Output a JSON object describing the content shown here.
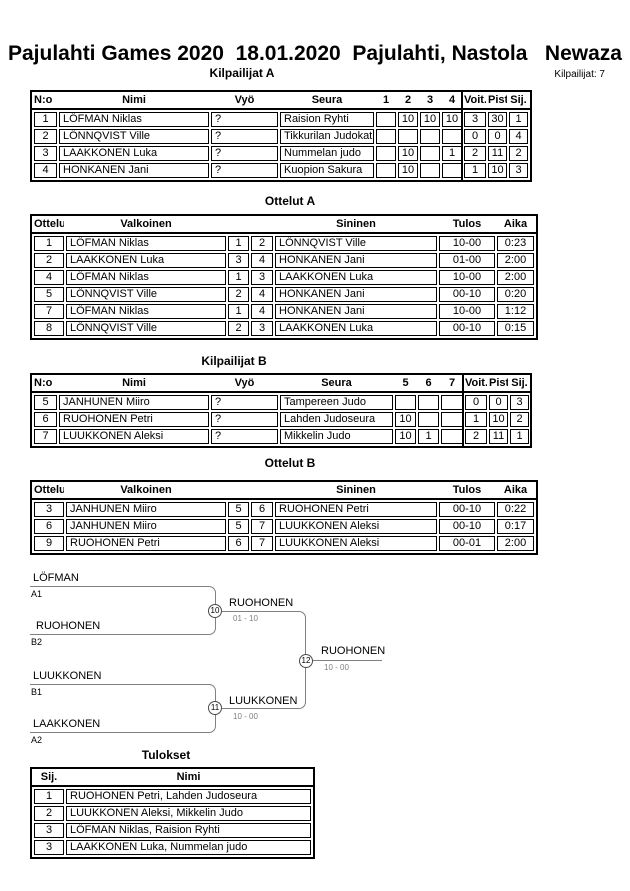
{
  "header": {
    "title": "Pajulahti Games 2020  18.01.2020  Pajulahti, Nastola   Newaza",
    "competitors_label": "Kilpailijat: 7"
  },
  "pool_a": {
    "title": "Kilpailijat A",
    "columns": {
      "no": "N:o",
      "name": "Nimi",
      "belt": "Vyö",
      "club": "Seura",
      "m": [
        "1",
        "2",
        "3",
        "4"
      ],
      "wins": "Voit.",
      "points": "Pist.",
      "place": "Sij."
    },
    "rows": [
      {
        "no": "1",
        "name": "LÖFMAN Niklas",
        "belt": "?",
        "club": "Raision Ryhti",
        "scores": [
          "",
          "10",
          "10",
          "10"
        ],
        "wins": "3",
        "points": "30",
        "place": "1"
      },
      {
        "no": "2",
        "name": "LÖNNQVIST Ville",
        "belt": "?",
        "club": "Tikkurilan Judokat",
        "scores": [
          "",
          "",
          "",
          ""
        ],
        "wins": "0",
        "points": "0",
        "place": "4"
      },
      {
        "no": "3",
        "name": "LAAKKONEN Luka",
        "belt": "?",
        "club": "Nummelan judo",
        "scores": [
          "",
          "10",
          "",
          "1"
        ],
        "wins": "2",
        "points": "11",
        "place": "2"
      },
      {
        "no": "4",
        "name": "HONKANEN Jani",
        "belt": "?",
        "club": "Kuopion Sakura",
        "scores": [
          "",
          "10",
          "",
          ""
        ],
        "wins": "1",
        "points": "10",
        "place": "3"
      }
    ]
  },
  "matches_a": {
    "title": "Ottelut A",
    "columns": {
      "match": "Ottelu",
      "white": "Valkoinen",
      "blue": "Sininen",
      "result": "Tulos",
      "time": "Aika"
    },
    "rows": [
      {
        "no": "1",
        "white": "LÖFMAN Niklas",
        "wn": "1",
        "bn": "2",
        "blue": "LÖNNQVIST Ville",
        "result": "10-00",
        "time": "0:23"
      },
      {
        "no": "2",
        "white": "LAAKKONEN Luka",
        "wn": "3",
        "bn": "4",
        "blue": "HONKANEN Jani",
        "result": "01-00",
        "time": "2:00"
      },
      {
        "no": "4",
        "white": "LÖFMAN Niklas",
        "wn": "1",
        "bn": "3",
        "blue": "LAAKKONEN Luka",
        "result": "10-00",
        "time": "2:00"
      },
      {
        "no": "5",
        "white": "LÖNNQVIST Ville",
        "wn": "2",
        "bn": "4",
        "blue": "HONKANEN Jani",
        "result": "00-10",
        "time": "0:20"
      },
      {
        "no": "7",
        "white": "LÖFMAN Niklas",
        "wn": "1",
        "bn": "4",
        "blue": "HONKANEN Jani",
        "result": "10-00",
        "time": "1:12"
      },
      {
        "no": "8",
        "white": "LÖNNQVIST Ville",
        "wn": "2",
        "bn": "3",
        "blue": "LAAKKONEN Luka",
        "result": "00-10",
        "time": "0:15"
      }
    ]
  },
  "pool_b": {
    "title": "Kilpailijat B",
    "columns": {
      "no": "N:o",
      "name": "Nimi",
      "belt": "Vyö",
      "club": "Seura",
      "m": [
        "5",
        "6",
        "7"
      ],
      "wins": "Voit.",
      "points": "Pist.",
      "place": "Sij."
    },
    "rows": [
      {
        "no": "5",
        "name": "JANHUNEN Miiro",
        "belt": "?",
        "club": "Tampereen Judo",
        "scores": [
          "",
          "",
          ""
        ],
        "wins": "0",
        "points": "0",
        "place": "3"
      },
      {
        "no": "6",
        "name": "RUOHONEN Petri",
        "belt": "?",
        "club": "Lahden Judoseura",
        "scores": [
          "10",
          "",
          ""
        ],
        "wins": "1",
        "points": "10",
        "place": "2"
      },
      {
        "no": "7",
        "name": "LUUKKONEN Aleksi",
        "belt": "?",
        "club": "Mikkelin Judo",
        "scores": [
          "10",
          "1",
          ""
        ],
        "wins": "2",
        "points": "11",
        "place": "1"
      }
    ]
  },
  "matches_b": {
    "title": "Ottelut B",
    "columns": {
      "match": "Ottelu",
      "white": "Valkoinen",
      "blue": "Sininen",
      "result": "Tulos",
      "time": "Aika"
    },
    "rows": [
      {
        "no": "3",
        "white": "JANHUNEN Miiro",
        "wn": "5",
        "bn": "6",
        "blue": "RUOHONEN Petri",
        "result": "00-10",
        "time": "0:22"
      },
      {
        "no": "6",
        "white": "JANHUNEN Miiro",
        "wn": "5",
        "bn": "7",
        "blue": "LUUKKONEN Aleksi",
        "result": "00-10",
        "time": "0:17"
      },
      {
        "no": "9",
        "white": "RUOHONEN Petri",
        "wn": "6",
        "bn": "7",
        "blue": "LUUKKONEN Aleksi",
        "result": "00-01",
        "time": "2:00"
      }
    ]
  },
  "bracket": {
    "semi1": {
      "top": "LÖFMAN",
      "top_seed": "A1",
      "bottom": "RUOHONEN",
      "bottom_seed": "B2",
      "match_no": "10",
      "winner": "RUOHONEN",
      "score": "01 - 10"
    },
    "semi2": {
      "top": "LUUKKONEN",
      "top_seed": "B1",
      "bottom": "LAAKKONEN",
      "bottom_seed": "A2",
      "match_no": "11",
      "winner": "LUUKKONEN",
      "score": "10 - 00"
    },
    "final": {
      "match_no": "12",
      "winner": "RUOHONEN",
      "score": "10 - 00"
    }
  },
  "results": {
    "title": "Tulokset",
    "columns": {
      "place": "Sij.",
      "name": "Nimi"
    },
    "rows": [
      {
        "place": "1",
        "name": "RUOHONEN Petri, Lahden Judoseura"
      },
      {
        "place": "2",
        "name": "LUUKKONEN Aleksi, Mikkelin Judo"
      },
      {
        "place": "3",
        "name": "LÖFMAN Niklas, Raision Ryhti"
      },
      {
        "place": "3",
        "name": "LAAKKONEN Luka, Nummelan judo"
      }
    ]
  }
}
